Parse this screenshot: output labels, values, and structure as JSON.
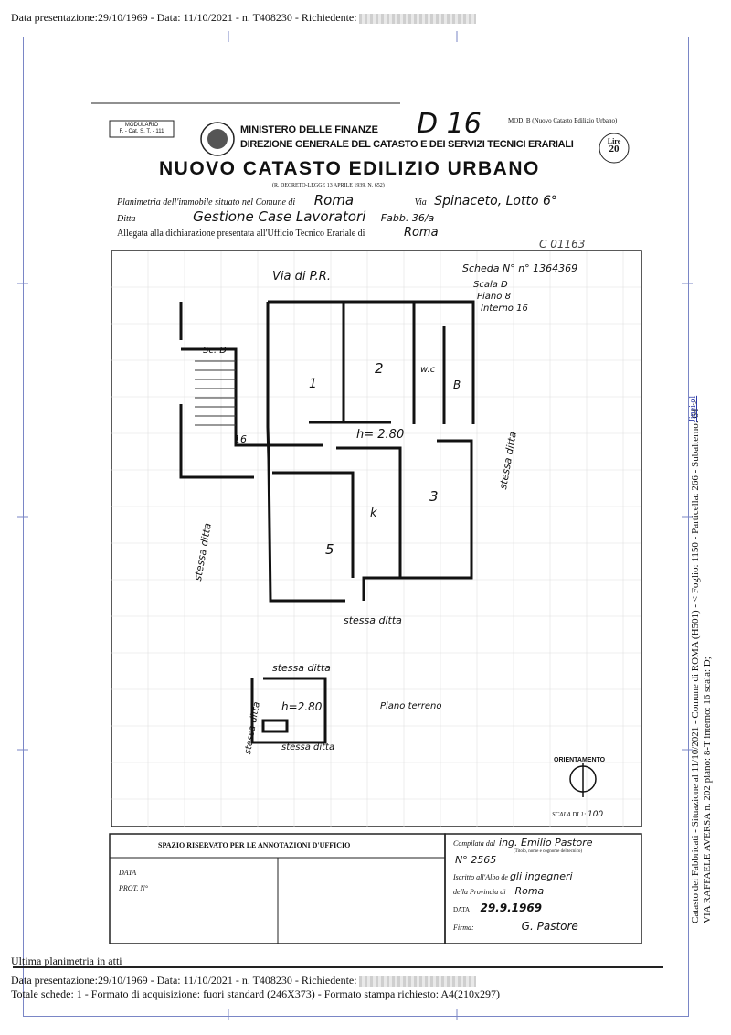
{
  "header": {
    "top_line": "Data presentazione:29/10/1969 - Data: 11/10/2021 - n. T408230 - Richiedente:",
    "bottom_line1": "Data presentazione:29/10/1969 - Data: 11/10/2021 - n. T408230 - Richiedente:",
    "bottom_line2": "Totale schede: 1 - Formato di acquisizione: fuori standard (246X373) - Formato stampa richiesto: A4(210x297)",
    "last_plan": "Ultima planimetria in atti"
  },
  "side": {
    "line1": "Catasto dei Fabbricati - Situazione al 11/10/2021 - Comune di ROMA (H501) - < Foglio: 1150 - Particella: 266 - Subalterno: 64 >",
    "line2": "VIA RAFFAELE AVERSA n. 202 piano: 8-T interno: 16 scala: D;",
    "link": "Jinei ol"
  },
  "form": {
    "modulario": "MODULARIO",
    "modulario_code": "F. - Cat. S. T. - 111",
    "ministry": "MINISTERO DELLE FINANZE",
    "direction": "DIREZIONE GENERALE DEL CATASTO E DEI SERVIZI TECNICI ERARIALI",
    "title": "NUOVO CATASTO EDILIZIO URBANO",
    "decree": "(R. DECRETO-LEGGE 13 APRILE 1939, N. 652)",
    "mod_label": "MOD. B (Nuovo Catasto Edilizio Urbano)",
    "stamp_lire": "Lire",
    "stamp_value": "20",
    "hand_d16": "D 16",
    "planimetria_label": "Planimetria dell'immobile situato nel Comune di",
    "comune_value": "Roma",
    "via_label": "Via",
    "via_value": "Spinaceto, Lotto 6°",
    "ditta_label": "Ditta",
    "ditta_value": "Gestione Case Lavoratori",
    "ditta_extra": "Fabb. 36/a",
    "allegata_label": "Allegata alla dichiarazione presentata all'Ufficio Tecnico Erariale di",
    "allegata_value": "Roma",
    "code": "C 01163",
    "scheda": "Scheda N° n° 1364369",
    "scala": "Scala D",
    "piano": "Piano 8",
    "interno": "Interno 16",
    "via_pr": "Via di P.R.",
    "room_1": "1",
    "room_2": "2",
    "room_3": "3",
    "room_5": "5",
    "room_k": "k",
    "room_wc": "w.c",
    "room_b": "B",
    "scD": "Sc. D",
    "num16": "16",
    "height": "h= 2.80",
    "stessa_ditta": "stessa ditta",
    "height2": "h=2.80",
    "piano_terreno": "Piano terreno",
    "orientamento": "ORIENTAMENTO",
    "scala_di": "SCALA DI 1:",
    "scala_value": "100",
    "spazio": "SPAZIO RISERVATO PER LE ANNOTAZIONI D'UFFICIO",
    "data_label": "DATA",
    "prot_label": "PROT. N°",
    "compilata_label": "Compilata dal",
    "compilata_value": "ing. Emilio Pastore",
    "titolo_hint": "(Titolo, nome e cognome del tecnico)",
    "num_value": "N° 2565",
    "iscritto_label": "Iscritto all'Albo de",
    "iscritto_value": "gli ingegneri",
    "provincia_label": "della Provincia di",
    "provincia_value": "Roma",
    "data2_label": "DATA",
    "data2_value": "29.9.1969",
    "firma_label": "Firma:",
    "firma_value": "G. Pastore"
  }
}
